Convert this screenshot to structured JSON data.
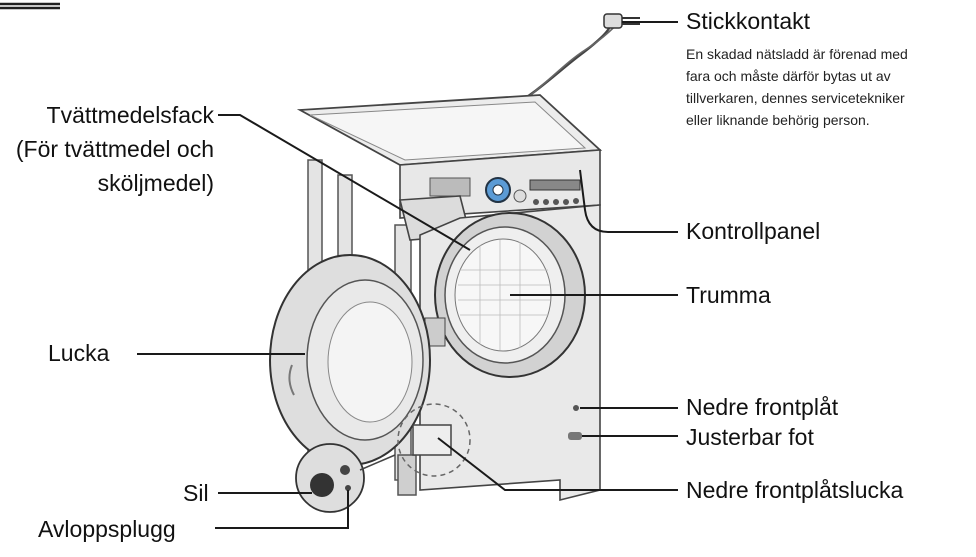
{
  "labels": {
    "power_plug": "Stickkontakt",
    "power_plug_note": [
      "En skadad nätsladd är förenad med",
      "fara och måste därför bytas ut av",
      "tillverkaren, dennes servicetekniker",
      "eller liknande behörig person."
    ],
    "detergent_drawer": [
      "Tvättmedelsfack",
      "(För tvättmedel och",
      "sköljmedel)"
    ],
    "control_panel": "Kontrollpanel",
    "drum": "Trumma",
    "door": "Lucka",
    "lower_front_plate": "Nedre frontplåt",
    "adjustable_foot": "Justerbar fot",
    "filter": "Sil",
    "lower_front_cover": "Nedre frontplåtslucka",
    "drain_plug": "Avloppsplugg"
  },
  "colors": {
    "line": "#1a1a1a",
    "body": "#e6e6e6",
    "shade": "#c9c9c9",
    "drum_blue": "#4a90c8"
  }
}
